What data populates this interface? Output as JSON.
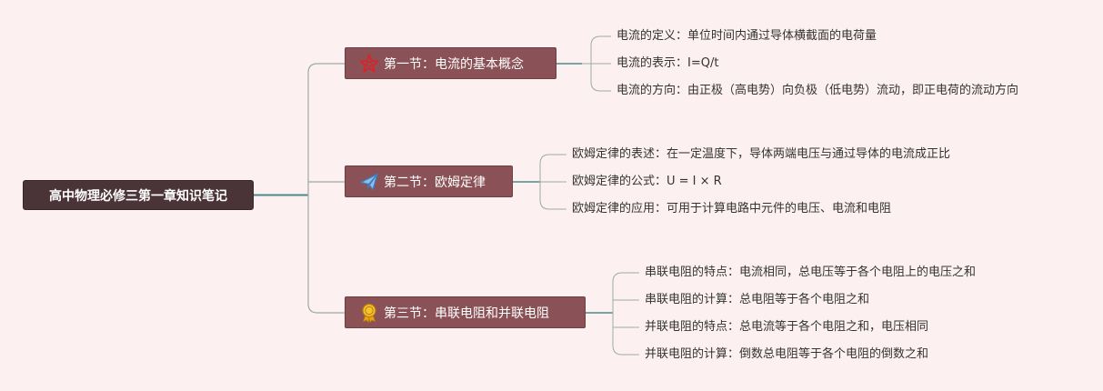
{
  "root": {
    "title": "高中物理必修三第一章知识笔记"
  },
  "sections": [
    {
      "title": "第一节：电流的基本概念",
      "icon": "star-icon",
      "icon_color": "#d9232a",
      "items": [
        "电流的定义：单位时间内通过导体横截面的电荷量",
        "电流的表示：I=Q/t",
        "电流的方向：由正极（高电势）向负极（低电势）流动，即正电荷的流动方向"
      ]
    },
    {
      "title": "第二节：欧姆定律",
      "icon": "paper-plane-icon",
      "icon_color": "#3d7fc0",
      "items": [
        "欧姆定律的表述：在一定温度下，导体两端电压与通过导体的电流成正比",
        "欧姆定律的公式：U = I × R",
        "欧姆定律的应用：可用于计算电路中元件的电压、电流和电阻"
      ]
    },
    {
      "title": "第三节：串联电阻和并联电阻",
      "icon": "award-medal-icon",
      "icon_color": "#e8a317",
      "items": [
        "串联电阻的特点：电流相同，总电压等于各个电阻上的电压之和",
        "串联电阻的计算：总电阻等于各个电阻之和",
        "并联电阻的特点：总电流等于各个电阻之和，电压相同",
        "并联电阻的计算：倒数总电阻等于各个电阻的倒数之和"
      ]
    }
  ],
  "colors": {
    "background": "#fdf0f0",
    "root_fill": "#4a3437",
    "section_fill": "#8a5257",
    "main_connector": "#4f8a8b",
    "branch_connector": "#9aaba8"
  }
}
